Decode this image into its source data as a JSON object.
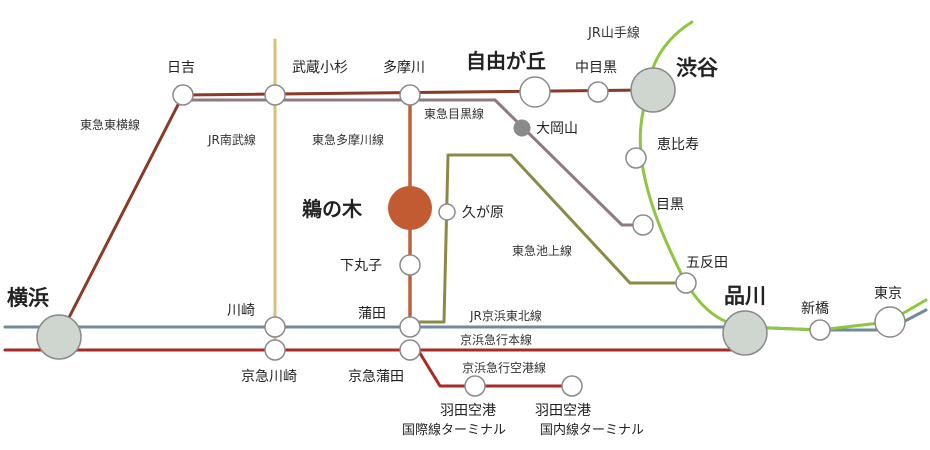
{
  "colors": {
    "toyoko": "#8a3a26",
    "tamagawa": "#c0603a",
    "meguro": "#8e7a80",
    "ikegami": "#8a8a45",
    "nambu": "#d9c07a",
    "keihin_tohoku": "#728b9b",
    "keikyu": "#aa2a26",
    "yamanote": "#8dc63f",
    "station_fill": "#ffffff",
    "station_stroke": "#8a8a8a",
    "hub_fill": "#cfd5cf",
    "highlight": "#c25a32",
    "oookayama": "#8a8a8a"
  },
  "lines": {
    "toyoko": "東急東横線",
    "nambu": "JR南武線",
    "tamagawa": "東急多摩川線",
    "meguro": "東急目黒線",
    "ikegami": "東急池上線",
    "yamanote": "JR山手線",
    "keihin_tohoku": "JR京浜東北線",
    "keikyu_main": "京浜急行本線",
    "keikyu_airport": "京浜急行空港線"
  },
  "stations": {
    "hiyoshi": "日吉",
    "musashikosugi": "武蔵小杉",
    "tamagawa": "多摩川",
    "jiyugaoka": "自由が丘",
    "nakameguro": "中目黒",
    "shibuya": "渋谷",
    "ookayama": "大岡山",
    "ebisu": "恵比寿",
    "unoki": "鵜の木",
    "kugahara": "久が原",
    "meguro": "目黒",
    "gotanda": "五反田",
    "shimomaruko": "下丸子",
    "kamata": "蒲田",
    "yokohama": "横浜",
    "kawasaki": "川崎",
    "keikyu_kawasaki": "京急川崎",
    "keikyu_kamata": "京急蒲田",
    "shinagawa": "品川",
    "shimbashi": "新橋",
    "tokyo": "東京",
    "haneda_intl_1": "羽田空港",
    "haneda_intl_2": "国際線ターミナル",
    "haneda_dom_1": "羽田空港",
    "haneda_dom_2": "国内線ターミナル"
  }
}
